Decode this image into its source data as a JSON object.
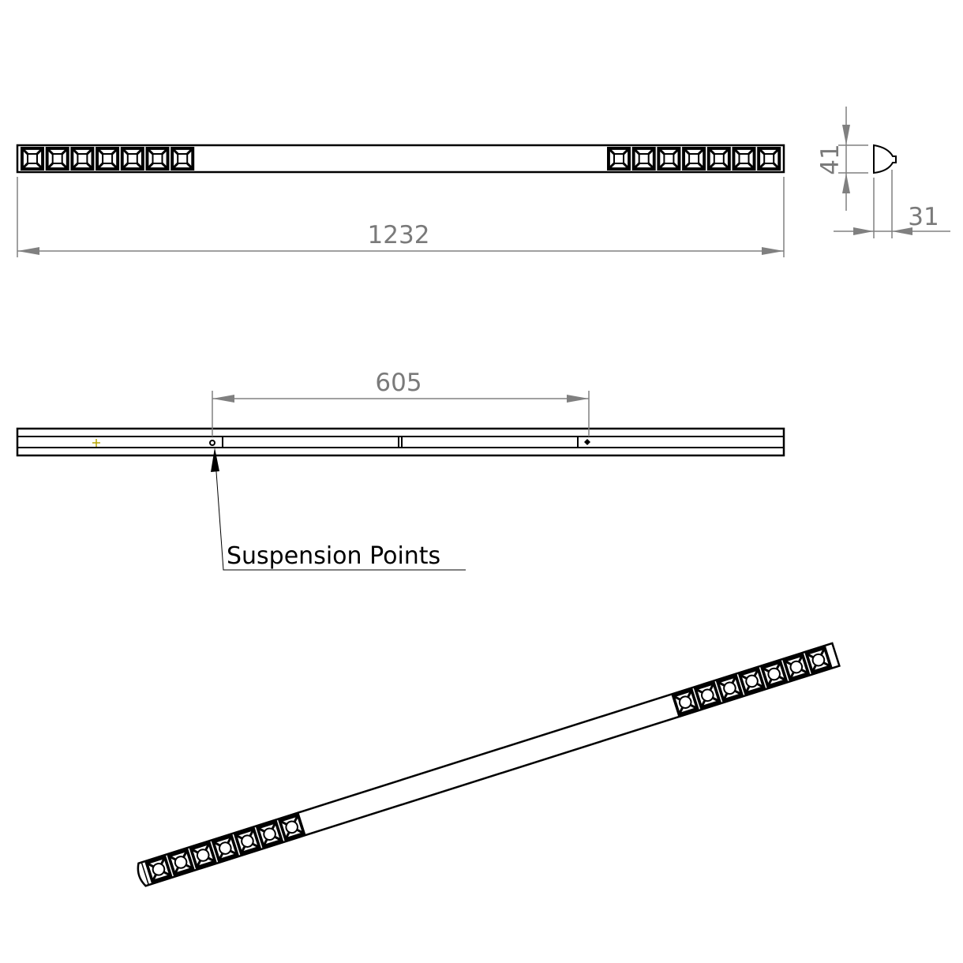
{
  "drawing": {
    "front_view": {
      "length_dimension": "1232",
      "cells_per_end": 7
    },
    "profile_view": {
      "height_dimension": "41",
      "depth_dimension": "31"
    },
    "bottom_view": {
      "spacing_dimension": "605",
      "callout": "Suspension Points"
    },
    "isometric_view": {
      "cells_per_end": 7
    }
  },
  "colors": {
    "dimension": "#808080",
    "outline": "#000000",
    "origin_marker": "#b5a400"
  }
}
